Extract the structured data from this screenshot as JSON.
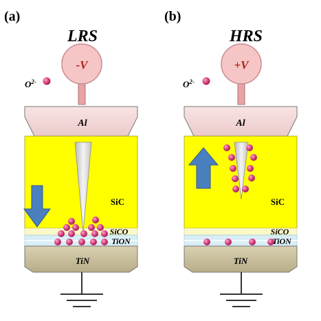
{
  "panels": [
    {
      "tag": "(a)",
      "state": "LRS",
      "voltage": "-V",
      "ion": "O2-",
      "layers": {
        "top": "Al",
        "bulk": "SiC",
        "oxide": "SiCO",
        "nitride": "TiON",
        "bottom": "TiN"
      },
      "arrow_direction": "down"
    },
    {
      "tag": "(b)",
      "state": "HRS",
      "voltage": "+V",
      "ion": "O2-",
      "layers": {
        "top": "Al",
        "bulk": "SiC",
        "oxide": "SiCO",
        "nitride": "TiON",
        "bottom": "TiN"
      },
      "arrow_direction": "up"
    }
  ],
  "colors": {
    "electrode_top": "#f2d6d6",
    "sic": "#ffff00",
    "tin": "#c9bf9c",
    "tion": "#d9eef6",
    "sico": "#fbf9c8",
    "bubble": "#f6c6c6",
    "stem": "#e8a3a6",
    "ion": "#d93e7c",
    "arrow": "#4a7fc0",
    "outline": "#555555"
  }
}
